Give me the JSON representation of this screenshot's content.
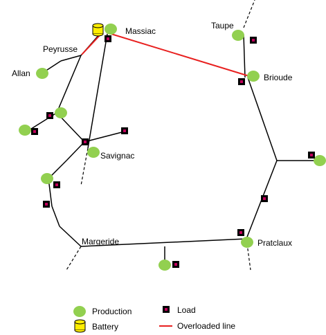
{
  "nodes": {
    "massiac": "Massiac",
    "taupe": "Taupe",
    "peyrusse": "Peyrusse",
    "allan": "Allan",
    "brioude": "Brioude",
    "savignac": "Savignac",
    "margeride": "Margeride",
    "pratclaux": "Pratclaux"
  },
  "legend": {
    "production": "Production",
    "battery": "Battery",
    "load": "Load",
    "overloaded_line": "Overloaded line"
  },
  "colors": {
    "line": "#000000",
    "overloaded": "#e8201f",
    "production": "#92d050",
    "load_fill": "#c0005a",
    "load_border": "#000000",
    "battery": "#ffee00"
  }
}
